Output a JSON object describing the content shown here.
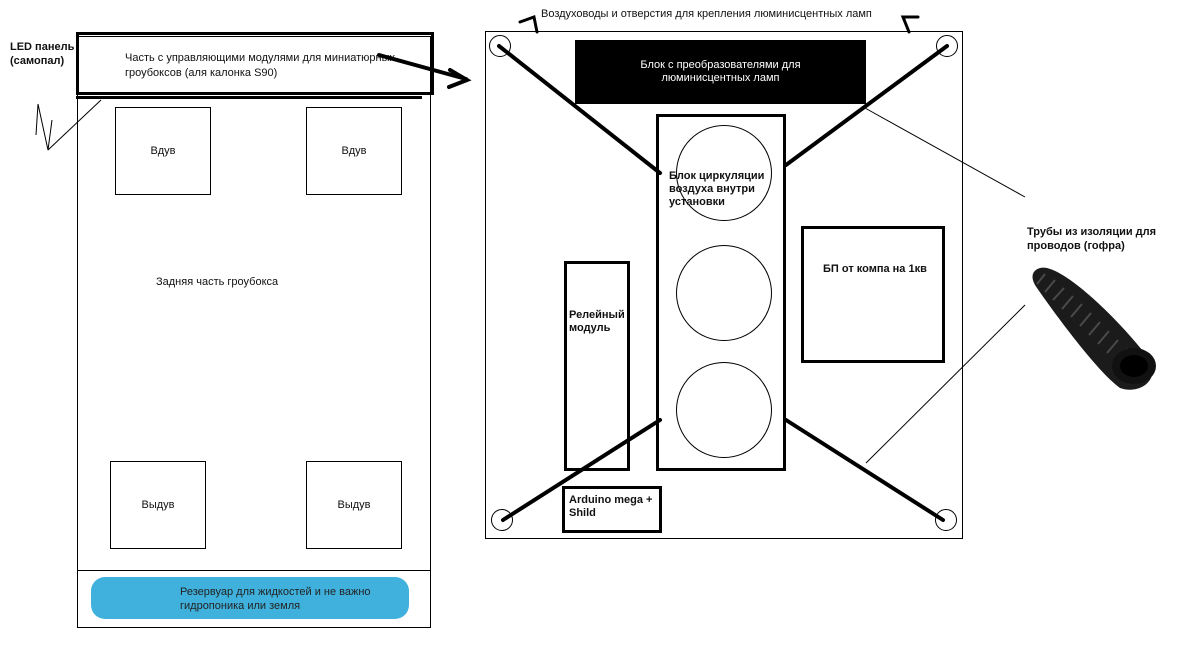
{
  "led_panel": {
    "label": "LED панель (самопал)"
  },
  "left": {
    "control_section": "Часть с управляющими модулями для миниатюрных гроубоксов (аля калонка S90)",
    "intake_1": "Вдув",
    "intake_2": "Вдув",
    "back_label": "Задняя часть гроубокса",
    "exhaust_1": "Выдув",
    "exhaust_2": "Выдув",
    "reservoir": "Резервуар для жидкостей и не важно гидропоника или земля",
    "reservoir_color": "#2aa8d8"
  },
  "right": {
    "top_label": "Воздуховоды и отверстия для крепления люминисцентных ламп",
    "converter_block": "Блок с преобразователями для люминисцентных ламп",
    "circulation_block": "Блок циркуляции воздуха внутри установки",
    "psu": "БП от компа на 1кв",
    "relay": "Релейный модуль",
    "arduino": "Arduino mega + Shild"
  },
  "tubes": {
    "label": "Трубы из изоляции для проводов (гофра)"
  }
}
